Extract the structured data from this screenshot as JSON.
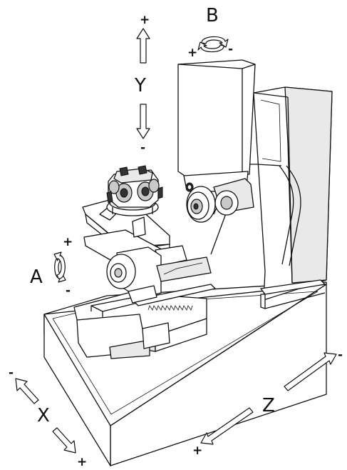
{
  "axes": {
    "y": {
      "label": "Y",
      "plus": "+",
      "minus": "-"
    },
    "b": {
      "label": "B",
      "plus": "+",
      "minus": "-"
    },
    "a": {
      "label": "A",
      "plus": "+",
      "minus": "-"
    },
    "x": {
      "label": "X",
      "plus": "+",
      "minus": "-"
    },
    "z": {
      "label": "Z",
      "plus": "+",
      "minus": "-"
    }
  }
}
